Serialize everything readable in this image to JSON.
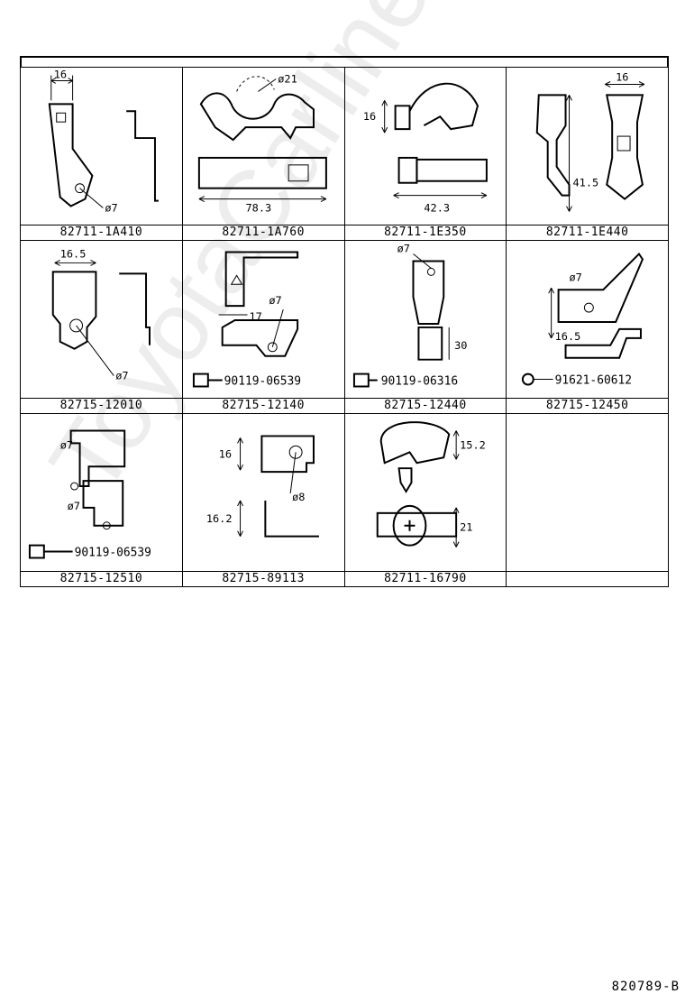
{
  "parts": [
    {
      "number": "82711-1A410",
      "dims": [
        "16",
        "ø7"
      ]
    },
    {
      "number": "82711-1A760",
      "dims": [
        "ø21",
        "78.3"
      ]
    },
    {
      "number": "82711-1E350",
      "dims": [
        "16",
        "42.3"
      ]
    },
    {
      "number": "82711-1E440",
      "dims": [
        "16",
        "41.5"
      ]
    },
    {
      "number": "82715-12010",
      "dims": [
        "16.5",
        "ø7"
      ]
    },
    {
      "number": "82715-12140",
      "dims": [
        "17",
        "ø7"
      ],
      "bolt": "90119-06539"
    },
    {
      "number": "82715-12440",
      "dims": [
        "ø7",
        "30"
      ],
      "bolt": "90119-06316"
    },
    {
      "number": "82715-12450",
      "dims": [
        "ø7",
        "16.5"
      ],
      "bolt": "91621-60612"
    },
    {
      "number": "82715-12510",
      "dims": [
        "ø7",
        "ø7"
      ],
      "bolt": "90119-06539"
    },
    {
      "number": "82715-89113",
      "dims": [
        "16",
        "ø8",
        "16.2"
      ]
    },
    {
      "number": "82711-16790",
      "dims": [
        "15.2",
        "21"
      ]
    },
    {
      "number": "",
      "dims": []
    }
  ],
  "watermark": "ToyotaCarline.ru",
  "doc_id": "820789-B"
}
